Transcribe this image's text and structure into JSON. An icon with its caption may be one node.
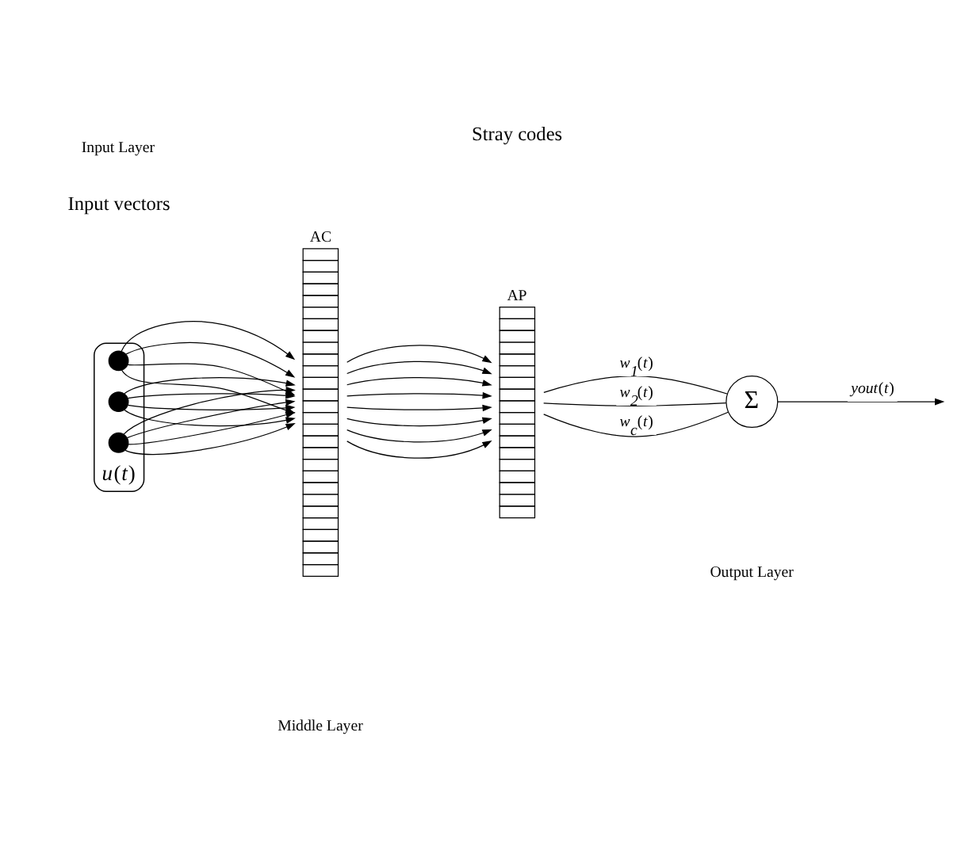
{
  "diagram": {
    "nodes": [
      {
        "text": [],
        "beside": [
          "*u*(*t*)"
        ],
        "shape": "ellipse"
      },
      {
        "text": [],
        "shape": "circle",
        "in": 0
      },
      {
        "text": [],
        "shape": "circle",
        "in": 0
      },
      {
        "text": [],
        "shape": "circle",
        "in": 0
      },
      {
        "text": [
          "AC"
        ]
      },
      {
        "text": [
          "AP"
        ]
      },
      {
        "text": [
          "Σ"
        ]
      }
    ],
    "edges": [
      {
        "from": 1,
        "to": 4,
        "arrow": "to"
      },
      {
        "from": 1,
        "to": 4,
        "arrow": "to"
      },
      {
        "from": 1,
        "to": 4,
        "arrow": "to"
      },
      {
        "from": 1,
        "to": 4,
        "arrow": "to"
      },
      {
        "from": 2,
        "to": 4,
        "arrow": "to"
      },
      {
        "from": 2,
        "to": 4,
        "arrow": "to"
      },
      {
        "from": 2,
        "to": 4,
        "arrow": "to"
      },
      {
        "from": 2,
        "to": 4,
        "arrow": "to"
      },
      {
        "from": 3,
        "to": 4,
        "arrow": "to"
      },
      {
        "from": 3,
        "to": 4,
        "arrow": "to"
      },
      {
        "from": 3,
        "to": 4,
        "arrow": "to"
      },
      {
        "from": 3,
        "to": 4,
        "arrow": "to"
      },
      {
        "from": 4,
        "to": 5,
        "arrow": "to"
      },
      {
        "from": 4,
        "to": 5,
        "arrow": "to"
      },
      {
        "from": 4,
        "to": 5,
        "arrow": "to"
      },
      {
        "from": 4,
        "to": 5,
        "arrow": "to"
      },
      {
        "from": 4,
        "to": 5,
        "arrow": "to"
      },
      {
        "from": 4,
        "to": 5,
        "arrow": "to"
      },
      {
        "from": 4,
        "to": 5,
        "arrow": "to"
      },
      {
        "from": 4,
        "to": 5,
        "arrow": "to"
      },
      {
        "from": 5,
        "to": 6,
        "arrow": "none",
        "label": "*w*$_{1}$(*t*)"
      },
      {
        "from": 5,
        "to": 6,
        "arrow": "none",
        "label": "*w*$_{2}$(*t*)"
      },
      {
        "from": 5,
        "to": 6,
        "arrow": "none",
        "label": "*w*$_{c}$(*t*)"
      },
      {
        "from": 6,
        "to": null,
        "arrow": "to",
        "label": "*yout*(*t*)"
      }
    ],
    "labels": [
      "Input vectors",
      "Stray codes",
      "Input Layer",
      "Middle Layer",
      "Output Layer"
    ]
  }
}
